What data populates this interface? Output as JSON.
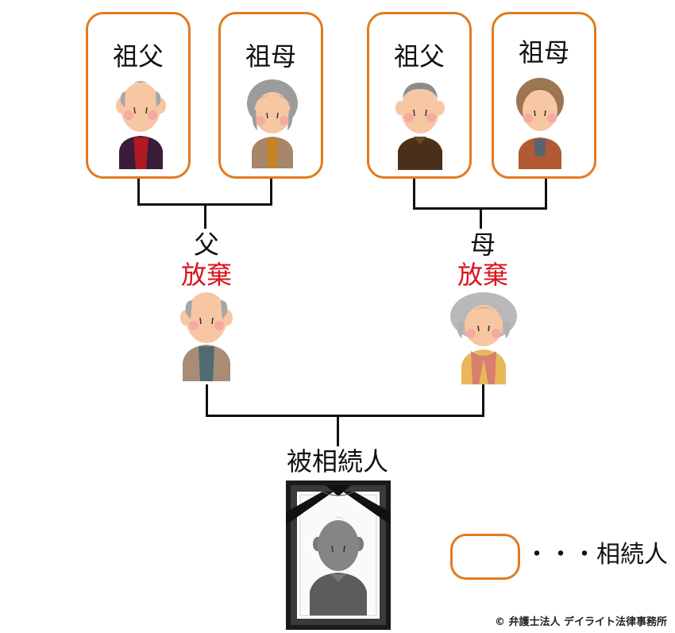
{
  "paternal_grandfather": {
    "label": "祖父"
  },
  "paternal_grandmother": {
    "label": "祖母"
  },
  "maternal_grandfather": {
    "label": "祖父"
  },
  "maternal_grandmother": {
    "label": "祖母"
  },
  "father": {
    "label": "父",
    "status": "放棄"
  },
  "mother": {
    "label": "母",
    "status": "放棄"
  },
  "deceased": {
    "label": "被相続人"
  },
  "legend": {
    "text": "・・・相続人"
  },
  "copyright": "© 弁護士法人 デイライト法律事務所",
  "colors": {
    "heir_border": "#e07b20",
    "renounce_text": "#d8141e",
    "line": "#111111"
  }
}
